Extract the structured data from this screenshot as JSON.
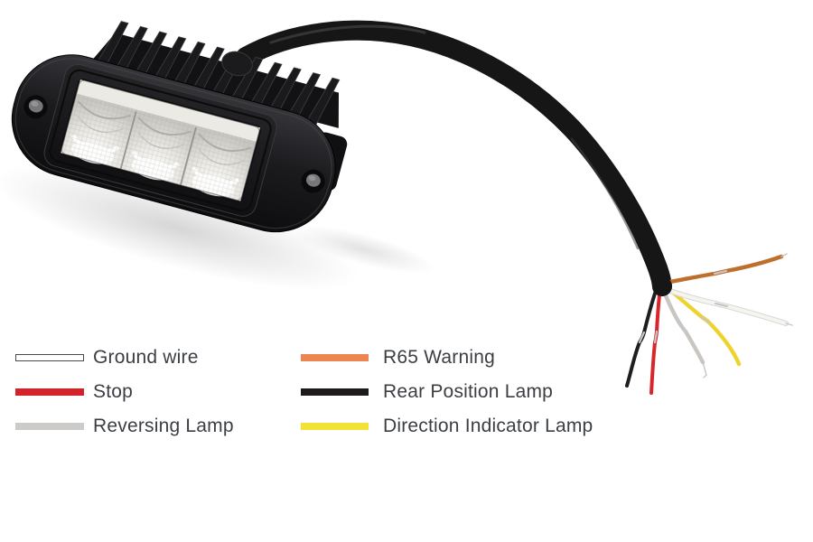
{
  "legend": {
    "items": [
      {
        "label": "Ground wire",
        "swatch_color": "#ffffff",
        "swatch_border": "1.5px solid #4a4a4a"
      },
      {
        "label": "Stop",
        "swatch_color": "#d2232b"
      },
      {
        "label": "Reversing Lamp",
        "swatch_color": "#cccbc9"
      },
      {
        "label": "R65 Warning",
        "swatch_color": "#ec8550"
      },
      {
        "label": "Rear Position Lamp",
        "swatch_color": "#1d1a19"
      },
      {
        "label": "Direction Indicator Lamp",
        "swatch_color": "#f2e236"
      }
    ]
  },
  "artwork": {
    "background": "#ffffff",
    "cable_color": "#161617",
    "cable_sheen": "#434345",
    "splice_color": "#c6c6c6",
    "wires": {
      "black": "#1e1e20",
      "red": "#d8262c",
      "gray": "#c9c6c1",
      "yellow": "#eed32f",
      "white": "#f5f4f1",
      "white_edge": "#d8d6d1",
      "orange": "#bf6f2d"
    }
  }
}
